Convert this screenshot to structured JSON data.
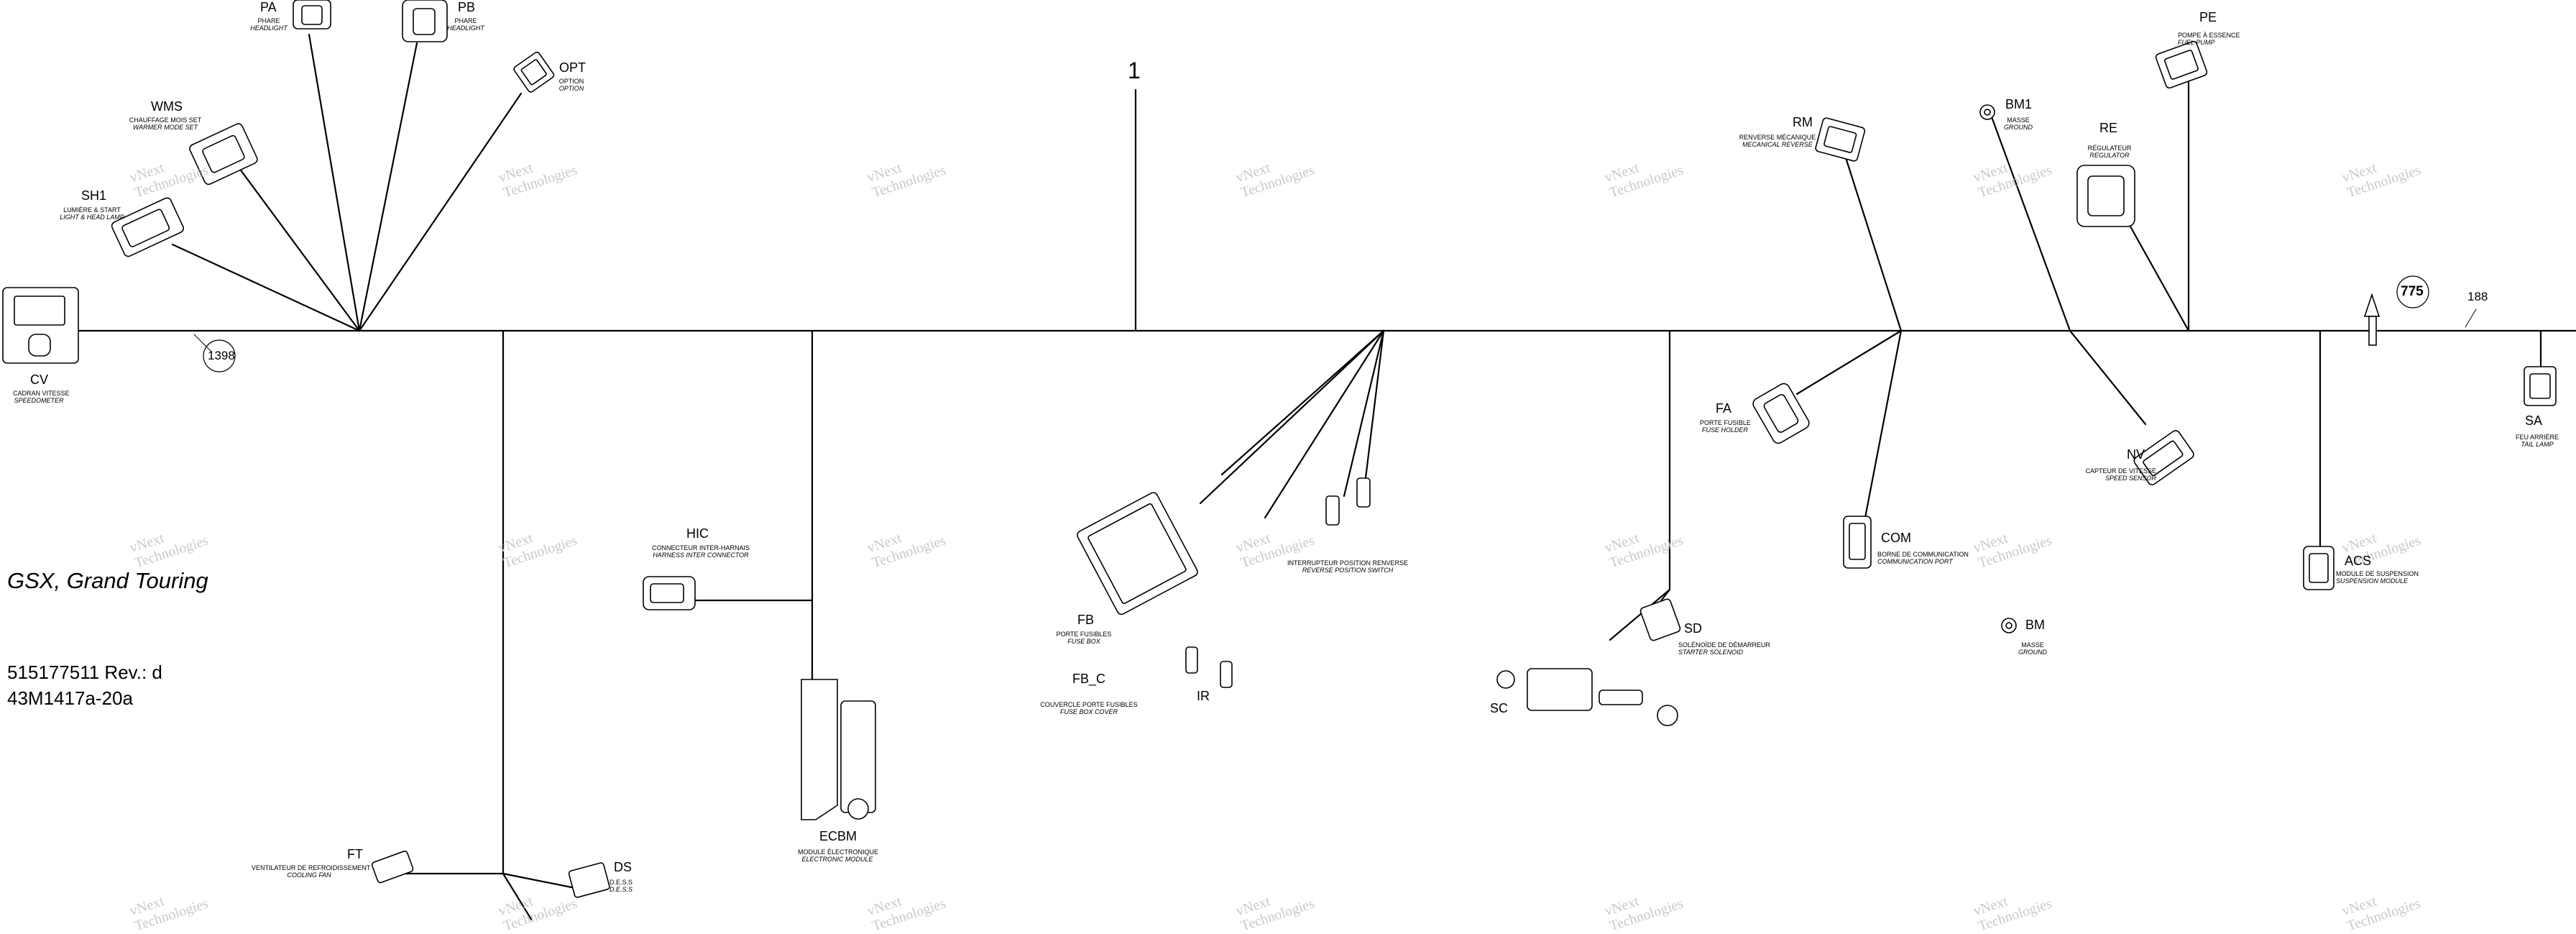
{
  "diagram": {
    "vehicle": "GSX, Grand Touring",
    "part_rev": "515177511 Rev.: d",
    "doc_code": "43M1417a-20a",
    "harness_ref": "1",
    "lengths": {
      "l1398": "1398",
      "l775": "775",
      "l188": "188"
    },
    "watermark": {
      "line1": "vNext",
      "line2": "Technologies"
    },
    "connectors": {
      "PA": {
        "code": "PA",
        "fr": "PHARE",
        "en": "HEADLIGHT"
      },
      "PB": {
        "code": "PB",
        "fr": "PHARE",
        "en": "HEADLIGHT"
      },
      "OPT": {
        "code": "OPT",
        "fr": "OPTION",
        "en": "OPTION"
      },
      "WMS": {
        "code": "WMS",
        "fr": "CHAUFFAGE MOIS SET",
        "en": "WARMER MODE SET"
      },
      "SH1": {
        "code": "SH1",
        "fr": "LUMIÈRE & START",
        "en": "LIGHT & HEAD LAMP"
      },
      "CV": {
        "code": "CV",
        "fr": "CADRAN VITESSE",
        "en": "SPEEDOMETER"
      },
      "HIC": {
        "code": "HIC",
        "fr": "CONNECTEUR INTER-HARNAIS",
        "en": "HARNESS INTER CONNECTOR"
      },
      "ECBM": {
        "code": "ECBM",
        "fr": "MODULE ÉLECTRONIQUE",
        "en": "ELECTRONIC MODULE"
      },
      "FT": {
        "code": "FT",
        "fr": "VENTILATEUR DE REFROIDISSEMENT",
        "en": "COOLING FAN"
      },
      "DS": {
        "code": "DS",
        "fr": "D.E.S.S",
        "en": "D.E.S.S"
      },
      "FB": {
        "code": "FB",
        "fr": "PORTE FUSIBLES",
        "en": "FUSE BOX"
      },
      "FB_C": {
        "code": "FB_C",
        "fr": "COUVERCLE PORTE FUSIBLES",
        "en": "FUSE BOX COVER"
      },
      "IR": {
        "code": "IR",
        "fr": "INTERRUPTEUR POSITION RENVERSE",
        "en": "REVERSE POSITION SWITCH"
      },
      "RM": {
        "code": "RM",
        "fr": "RENVERSE MÉCANIQUE",
        "en": "MECANICAL REVERSE"
      },
      "FA": {
        "code": "FA",
        "fr": "PORTE FUSIBLE",
        "en": "FUSE HOLDER"
      },
      "COM": {
        "code": "COM",
        "fr": "BORNE DE COMMUNICATION",
        "en": "COMMUNICATION PORT"
      },
      "SD": {
        "code": "SD",
        "fr": "SOLÉNOÏDE DE DÉMARREUR",
        "en": "STARTER SOLENOID"
      },
      "SC": {
        "code": "SC"
      },
      "BM1": {
        "code": "BM1",
        "fr": "MASSE",
        "en": "GROUND"
      },
      "RE": {
        "code": "RE",
        "fr": "RÉGULATEUR",
        "en": "REGULATOR"
      },
      "PE": {
        "code": "PE",
        "fr": "POMPE À ESSENCE",
        "en": "FUEL PUMP"
      },
      "NV": {
        "code": "NV",
        "fr": "CAPTEUR DE VITESSE",
        "en": "SPEED SENSOR"
      },
      "BM": {
        "code": "BM",
        "fr": "MASSE",
        "en": "GROUND"
      },
      "ACS": {
        "code": "ACS",
        "fr": "MODULE DE SUSPENSION",
        "en": "SUSPENSION MODULE"
      },
      "SA": {
        "code": "SA",
        "fr": "FEU ARRIÈRE",
        "en": "TAIL LAMP"
      }
    }
  }
}
